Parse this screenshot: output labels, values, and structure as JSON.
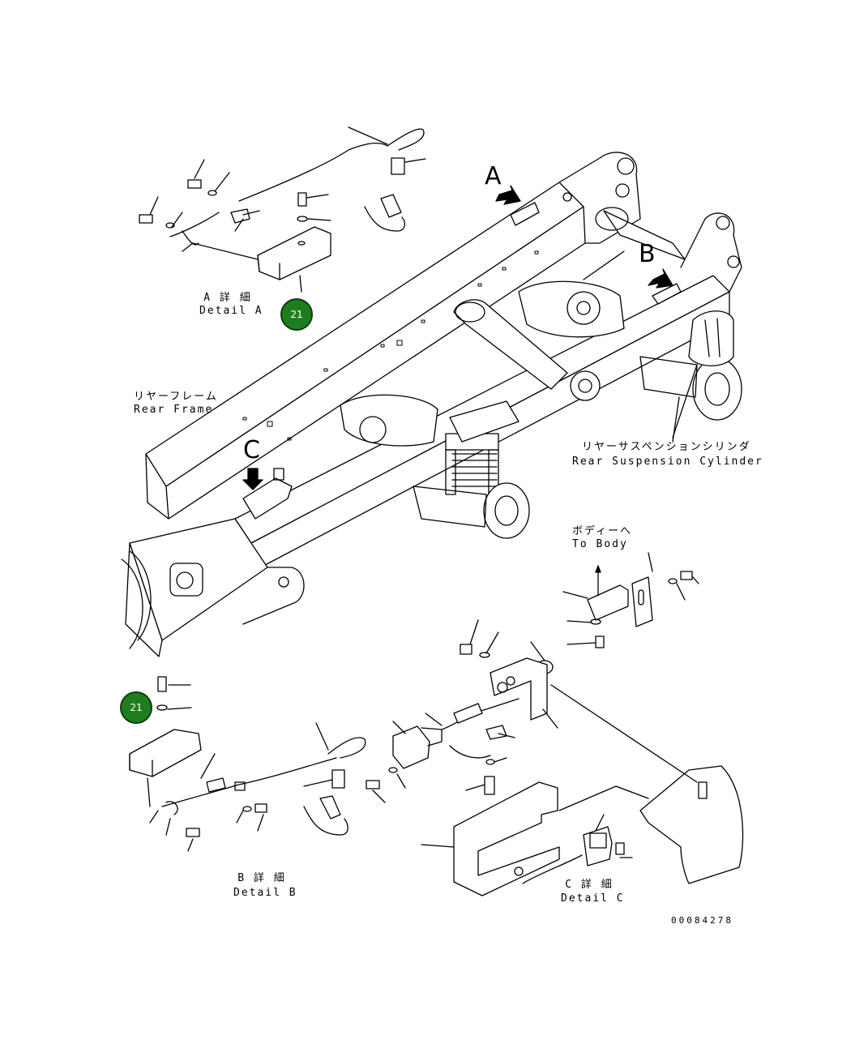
{
  "detail_a": {
    "jp": "A 詳 細",
    "en": "Detail A",
    "letter": "A"
  },
  "detail_b": {
    "jp": "B 詳 細",
    "en": "Detail B",
    "letter": "B"
  },
  "detail_c": {
    "jp": "C 詳 細",
    "en": "Detail C",
    "letter": "C"
  },
  "rear_frame": {
    "jp": "リヤーフレーム",
    "en": "Rear Frame"
  },
  "rear_suspension": {
    "jp": "リヤーサスペンションシリンダ",
    "en": "Rear Suspension Cylinder"
  },
  "to_body": {
    "jp": "ボディーへ",
    "en": "To Body"
  },
  "callouts": [
    {
      "label": "21"
    },
    {
      "label": "21"
    }
  ],
  "drawing_number": "00084278",
  "colors": {
    "callout_fill": "#1e7d1e",
    "line": "#000000"
  }
}
